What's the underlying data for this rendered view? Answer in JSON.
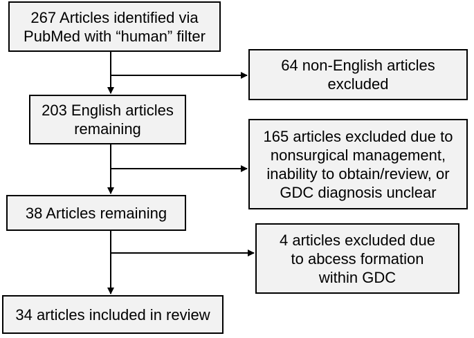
{
  "flowchart": {
    "identified": {
      "line1": "267 Articles identified via",
      "line2": "PubMed with “human” filter"
    },
    "non_english_excluded": {
      "line1": "64 non-English articles",
      "line2": "excluded"
    },
    "english_remaining": {
      "line1": "203 English articles",
      "line2": "remaining"
    },
    "excluded_165": {
      "line1": "165 articles excluded due to",
      "line2": "nonsurgical management,",
      "line3": "inability to obtain/review, or",
      "line4": "GDC diagnosis unclear"
    },
    "remaining_38": {
      "line1": "38 Articles remaining"
    },
    "excluded_4": {
      "line1": "4 articles excluded due",
      "line2": "to abcess formation",
      "line3": "within GDC"
    },
    "included_34": {
      "line1": "34 articles included in review"
    }
  },
  "colors": {
    "box_fill": "#f2f2f2",
    "stroke": "#000000",
    "background": "#ffffff"
  }
}
